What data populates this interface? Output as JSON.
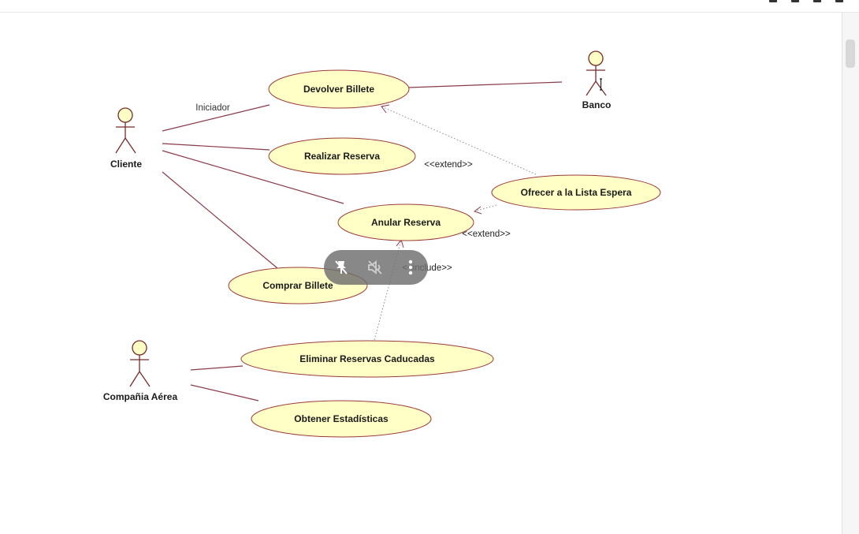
{
  "actors": {
    "cliente": "Cliente",
    "banco": "Banco",
    "compania": "Compañia Aérea"
  },
  "use_cases": {
    "devolver_billete": "Devolver Billete",
    "realizar_reserva": "Realizar Reserva",
    "anular_reserva": "Anular Reserva",
    "ofrecer_lista_espera": "Ofrecer a la Lista Espera",
    "comprar_billete": "Comprar Billete",
    "eliminar_reservas": "Eliminar Reservas Caducadas",
    "obtener_estadisticas": "Obtener Estadísticas"
  },
  "relations": {
    "role_iniciador": "Iniciador",
    "extend_1": "<<extend>>",
    "extend_2": "<<extend>>",
    "include": "<<include>>"
  },
  "overlay": {
    "icons": [
      "pin-off-icon",
      "volume-mute-icon",
      "more-vertical-icon"
    ]
  },
  "colors": {
    "use_case_fill": "#ffffc6",
    "use_case_stroke": "#9c3a3a",
    "association_line": "#8b3a4a",
    "overlay_bg": "#6e6e6e"
  }
}
